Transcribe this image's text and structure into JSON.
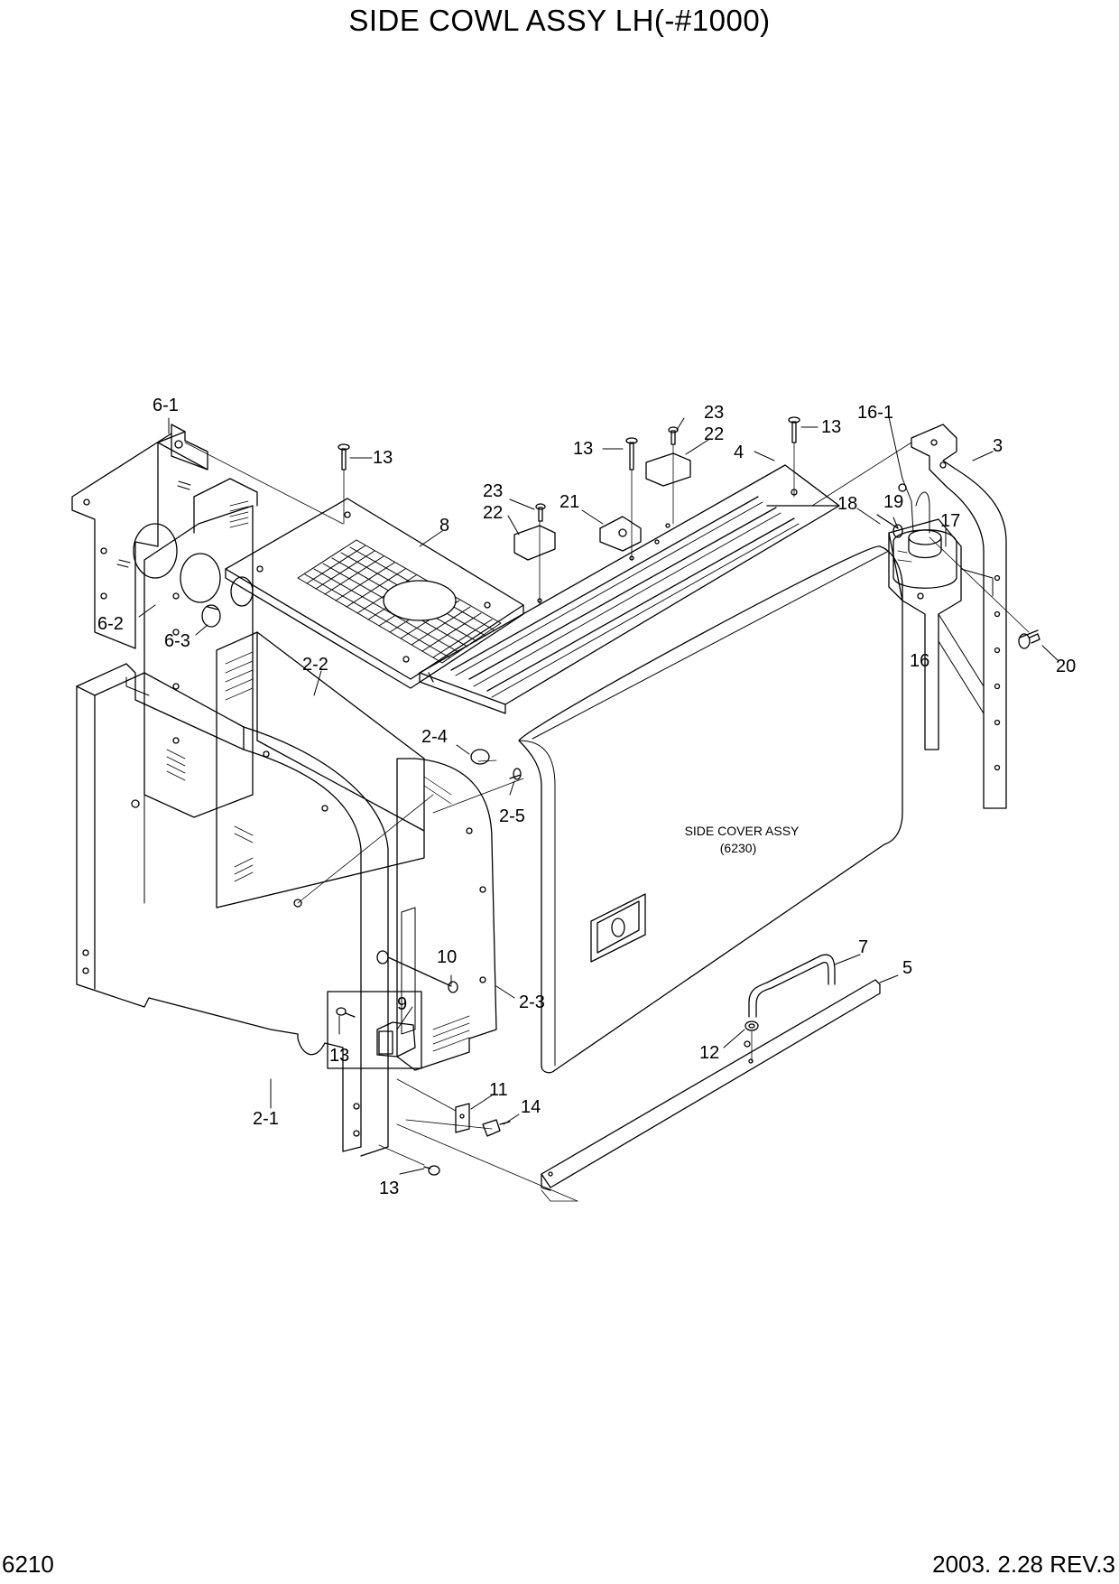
{
  "title": "SIDE COWL ASSY LH(-#1000)",
  "page_number": "6210",
  "revision": "2003. 2.28  REV.3",
  "side_cover_note": {
    "line1": "SIDE COVER ASSY",
    "line2": "(6230)"
  },
  "callouts": [
    {
      "id": "c-6-1",
      "label": "6-1"
    },
    {
      "id": "c-6-2",
      "label": "6-2"
    },
    {
      "id": "c-6-3",
      "label": "6-3"
    },
    {
      "id": "c-13a",
      "label": "13"
    },
    {
      "id": "c-8",
      "label": "8"
    },
    {
      "id": "c-23a",
      "label": "23"
    },
    {
      "id": "c-22a",
      "label": "22"
    },
    {
      "id": "c-21",
      "label": "21"
    },
    {
      "id": "c-13b",
      "label": "13"
    },
    {
      "id": "c-23b",
      "label": "23"
    },
    {
      "id": "c-22b",
      "label": "22"
    },
    {
      "id": "c-4",
      "label": "4"
    },
    {
      "id": "c-13c",
      "label": "13"
    },
    {
      "id": "c-16-1",
      "label": "16-1"
    },
    {
      "id": "c-3",
      "label": "3"
    },
    {
      "id": "c-18",
      "label": "18"
    },
    {
      "id": "c-19",
      "label": "19"
    },
    {
      "id": "c-17",
      "label": "17"
    },
    {
      "id": "c-16",
      "label": "16"
    },
    {
      "id": "c-20",
      "label": "20"
    },
    {
      "id": "c-2-2",
      "label": "2-2"
    },
    {
      "id": "c-2-4",
      "label": "2-4"
    },
    {
      "id": "c-2-5",
      "label": "2-5"
    },
    {
      "id": "c-10",
      "label": "10"
    },
    {
      "id": "c-2-3",
      "label": "2-3"
    },
    {
      "id": "c-9",
      "label": "9"
    },
    {
      "id": "c-13d",
      "label": "13"
    },
    {
      "id": "c-7",
      "label": "7"
    },
    {
      "id": "c-5",
      "label": "5"
    },
    {
      "id": "c-12",
      "label": "12"
    },
    {
      "id": "c-11",
      "label": "11"
    },
    {
      "id": "c-14",
      "label": "14"
    },
    {
      "id": "c-2-1",
      "label": "2-1"
    },
    {
      "id": "c-13e",
      "label": "13"
    }
  ]
}
